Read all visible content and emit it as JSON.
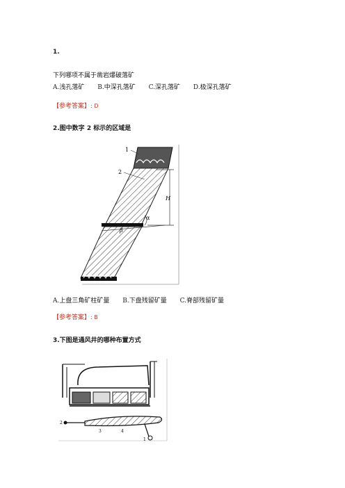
{
  "q1": {
    "number": "1.",
    "stem": "下列哪项不属于凿岩爆破落矿",
    "options": [
      "A.浅孔落矿",
      "B.中深孔落矿",
      "C.深孔落矿",
      "D.极深孔落矿"
    ],
    "answer_label": "【参考答案】",
    "answer_value": ": D"
  },
  "q2": {
    "title": "2.图中数字 2 标示的区域是",
    "figure_labels": [
      "1",
      "2",
      "H",
      "α",
      "β"
    ],
    "options": [
      "A.上盘三角矿柱矿量",
      "B.下盘残留矿量",
      "C.脊部残留矿量"
    ],
    "answer_label": "【参考答案】",
    "answer_value": ": B"
  },
  "q3": {
    "title": "3.下图是通风井的哪种布置方式",
    "figure_labels": [
      "2",
      "3",
      "4",
      "1"
    ]
  }
}
